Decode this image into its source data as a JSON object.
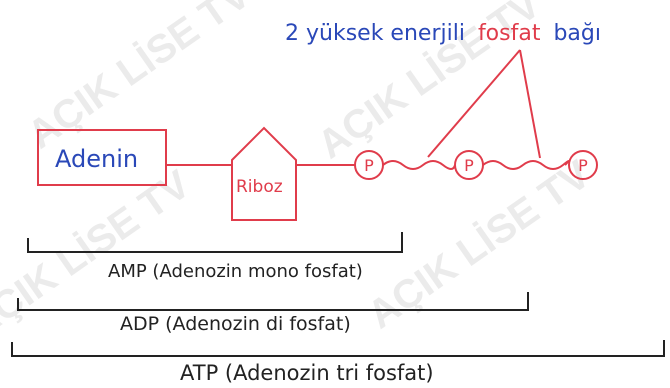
{
  "watermark": {
    "text": "AÇIK LİSE TV",
    "color": "#cfcfcf"
  },
  "colors": {
    "red": "#e03c4b",
    "blue": "#2a48b8",
    "black": "#222222"
  },
  "heading": {
    "part_blue": "2 yüksek enerjili",
    "part_red": "fosfat",
    "part_blue_end": "bağı"
  },
  "molecule": {
    "adenine_label": "Adenin",
    "ribose_label": "Riboz",
    "phosphate_labels": [
      "P",
      "P",
      "P"
    ]
  },
  "brackets": [
    {
      "label": "AMP (Adenozin mono fosfat)"
    },
    {
      "label": "ADP (Adenozin di fosfat)"
    },
    {
      "label": "ATP (Adenozin tri fosfat)"
    }
  ]
}
